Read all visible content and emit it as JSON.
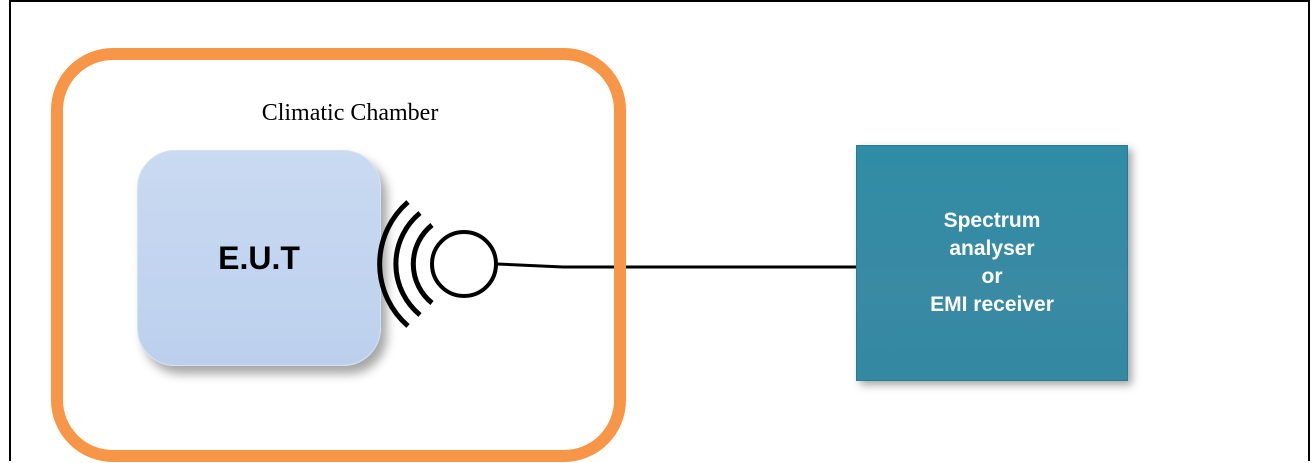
{
  "diagram": {
    "chamber_label": "Climatic Chamber",
    "eut_label": "E.U.T",
    "analyser_lines": [
      "Spectrum",
      "analyser",
      "or",
      "EMI receiver"
    ],
    "colors": {
      "chamber_border": "#f79646",
      "eut_fill": "#c6d9f1",
      "analyser_fill": "#3a8aa4",
      "line": "#000000"
    },
    "icons": {
      "antenna": "antenna-icon"
    }
  }
}
